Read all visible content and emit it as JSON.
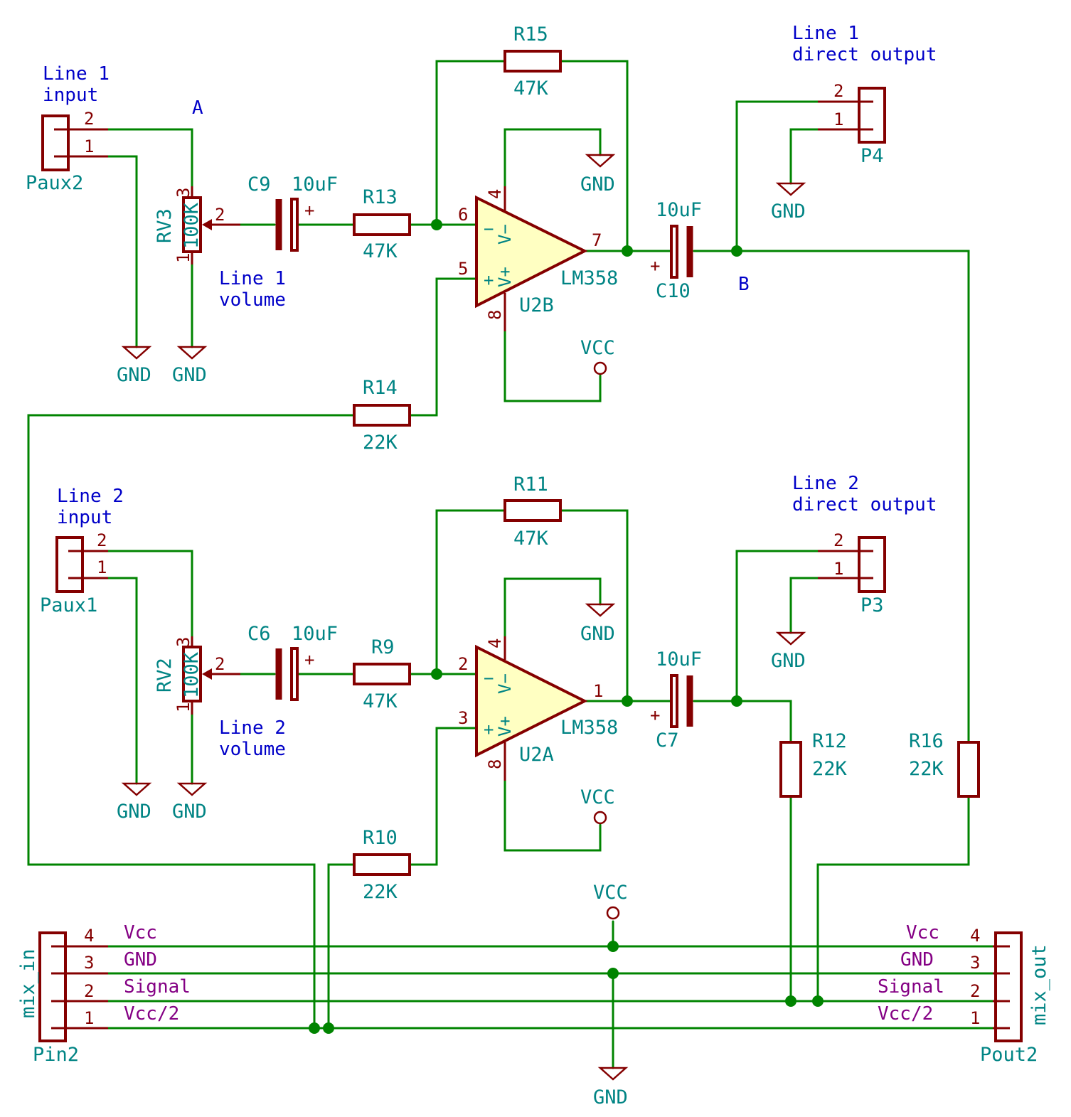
{
  "labels": {
    "A": "A",
    "B": "B",
    "line1_input_1": "Line 1",
    "line1_input_2": "input",
    "line2_input_1": "Line 2",
    "line2_input_2": "input",
    "line1_volume_1": "Line 1",
    "line1_volume_2": "volume",
    "line2_volume_1": "Line 2",
    "line2_volume_2": "volume",
    "line1_direct_1": "Line 1",
    "line1_direct_2": "direct output",
    "line2_direct_1": "Line 2",
    "line2_direct_2": "direct output"
  },
  "components": {
    "paux2": "Paux2",
    "paux1": "Paux1",
    "p4": "P4",
    "p3": "P3",
    "rv3": "RV3",
    "rv3_val": "100K",
    "rv2": "RV2",
    "rv2_val": "100K",
    "c9": "C9",
    "c9_val": "10uF",
    "c6": "C6",
    "c6_val": "10uF",
    "c10": "C10",
    "c10_val": "10uF",
    "c7": "C7",
    "c7_val": "10uF",
    "r13": "R13",
    "r13_val": "47K",
    "r9": "R9",
    "r9_val": "47K",
    "r15": "R15",
    "r15_val": "47K",
    "r11": "R11",
    "r11_val": "47K",
    "r14": "R14",
    "r14_val": "22K",
    "r10": "R10",
    "r10_val": "22K",
    "r12": "R12",
    "r12_val": "22K",
    "r16": "R16",
    "r16_val": "22K",
    "u2b": "U2B",
    "u2a": "U2A",
    "u2b_val": "LM358",
    "u2a_val": "LM358",
    "pin2": "Pin2",
    "pout2": "Pout2",
    "mix_in": "mix_in",
    "mix_out": "mix_out"
  },
  "power": {
    "gnd": "GND",
    "vcc": "VCC"
  },
  "pins": {
    "p1": "1",
    "p2": "2",
    "p3": "3",
    "p4": "4",
    "p5": "5",
    "p6": "6",
    "p7": "7",
    "p8": "8",
    "vminus": "V−",
    "vplus": "V+",
    "minus": "−",
    "plus": "+"
  },
  "connector_signals": {
    "s4": "Vcc",
    "s3": "GND",
    "s2": "Signal",
    "s1": "Vcc/2"
  },
  "colors": {
    "wire": "#008400",
    "part": "#840000",
    "reference": "#008484",
    "note": "#0000c8",
    "global_label": "#840084",
    "opamp_fill": "#ffffc2"
  }
}
